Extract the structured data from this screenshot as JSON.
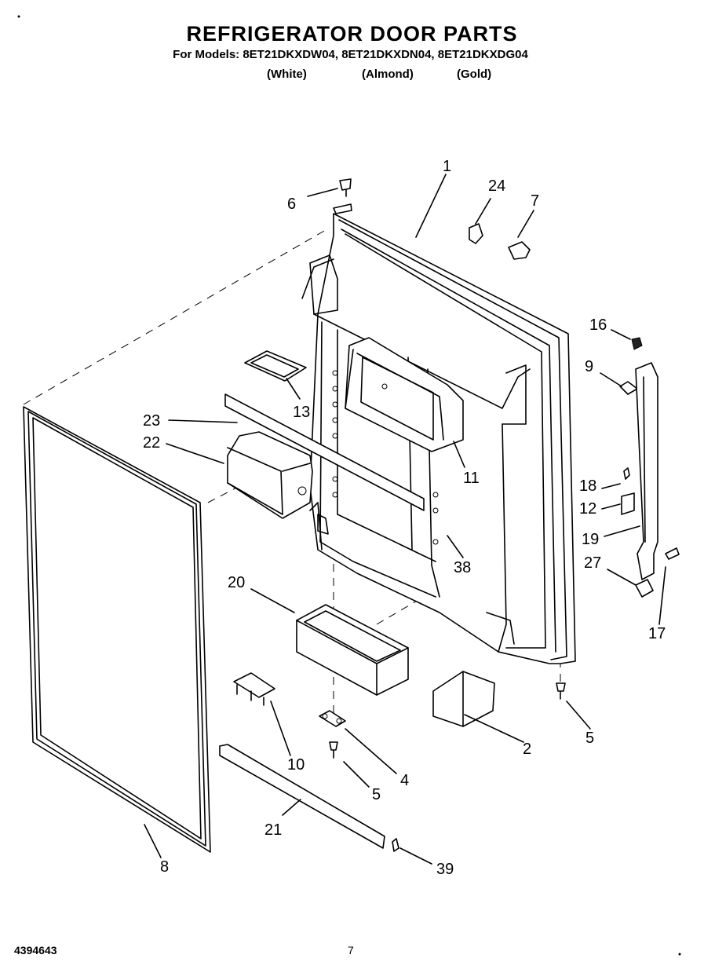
{
  "title": "REFRIGERATOR DOOR PARTS",
  "models": "For Models: 8ET21DKXDW04, 8ET21DKXDN04, 8ET21DKXDG04",
  "color_labels": [
    "(White)",
    "(Almond)",
    "(Gold)"
  ],
  "callouts": [
    "1",
    "24",
    "7",
    "6",
    "16",
    "9",
    "13",
    "23",
    "22",
    "11",
    "18",
    "12",
    "19",
    "27",
    "38",
    "20",
    "17",
    "2",
    "5",
    "5",
    "10",
    "4",
    "21",
    "8",
    "39"
  ],
  "footer": {
    "doc_number": "4394643",
    "page": "7"
  }
}
